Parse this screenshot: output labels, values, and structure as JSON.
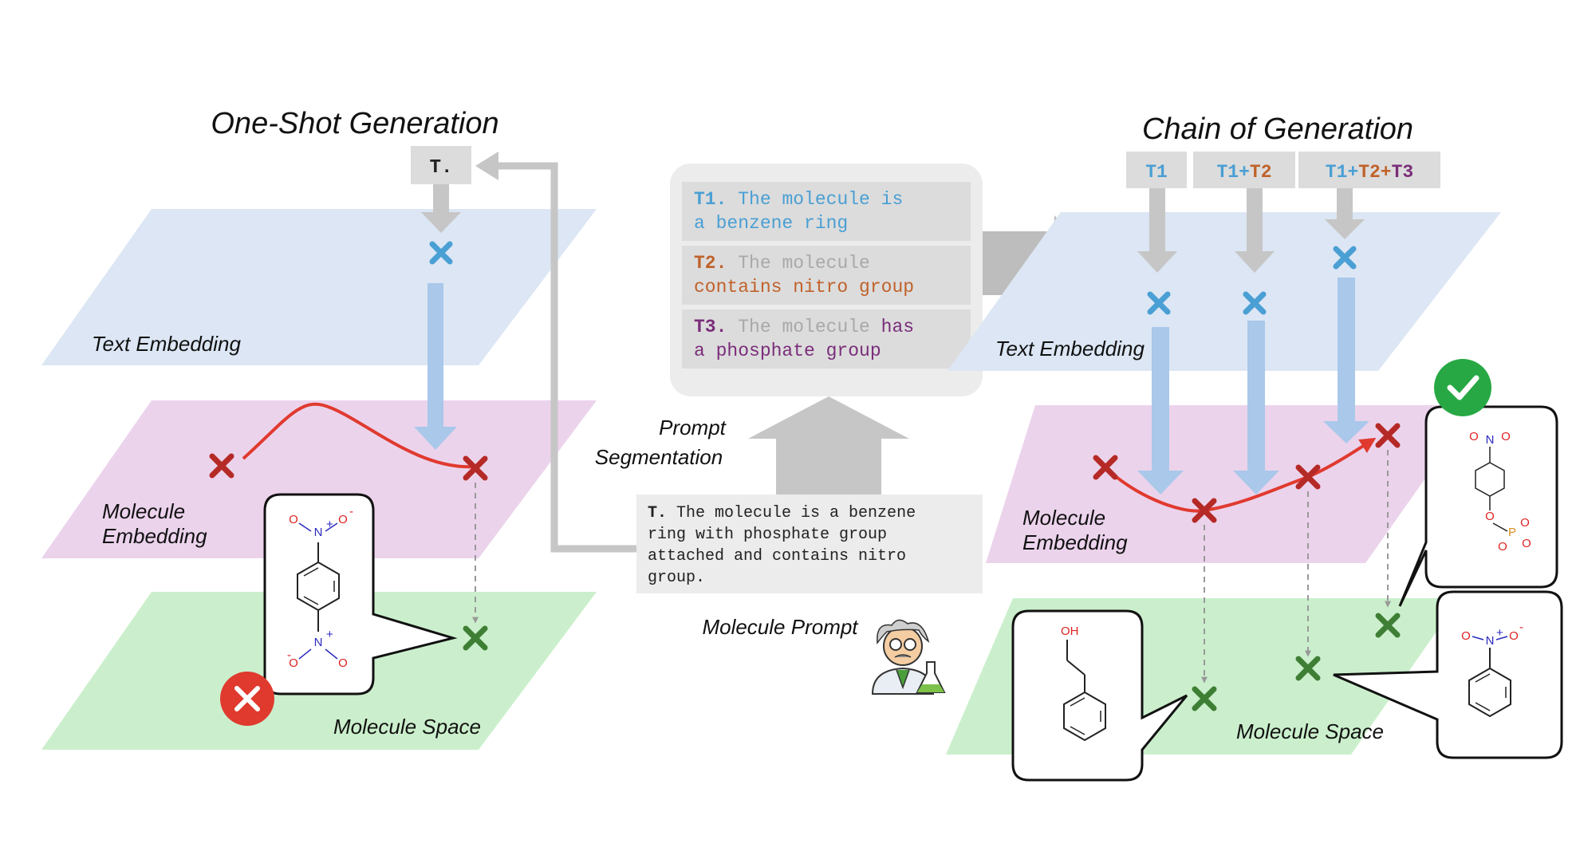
{
  "left_panel": {
    "title": "One-Shot Generation",
    "input_tag": "T.",
    "layers": {
      "text_embedding": "Text Embedding",
      "molecule_embedding_line1": "Molecule",
      "molecule_embedding_line2": "Embedding",
      "molecule_space": "Molecule Space"
    },
    "result": "incorrect"
  },
  "right_panel": {
    "title": "Chain of Generation",
    "tags": [
      {
        "parts": [
          {
            "text": "T1",
            "color": "#4a9fd4"
          }
        ]
      },
      {
        "parts": [
          {
            "text": "T1",
            "color": "#4a9fd4"
          },
          {
            "text": "+",
            "color": "#4a9fd4"
          },
          {
            "text": "T2",
            "color": "#c0622a"
          }
        ]
      },
      {
        "parts": [
          {
            "text": "T1",
            "color": "#4a9fd4"
          },
          {
            "text": "+",
            "color": "#4a9fd4"
          },
          {
            "text": "T2",
            "color": "#c0622a"
          },
          {
            "text": "+",
            "color": "#c0622a"
          },
          {
            "text": "T3",
            "color": "#7a2d7a"
          }
        ]
      }
    ],
    "layers": {
      "text_embedding": "Text Embedding",
      "molecule_embedding_line1": "Molecule",
      "molecule_embedding_line2": "Embedding",
      "molecule_space": "Molecule Space"
    },
    "result": "correct"
  },
  "segments": [
    {
      "label": "T1.",
      "color": "#4a9fd4",
      "lines": [
        [
          {
            "text": "The molecule is",
            "color": "#4a9fd4"
          }
        ],
        [
          {
            "text": "a benzene ring",
            "color": "#4a9fd4"
          }
        ]
      ]
    },
    {
      "label": "T2.",
      "color": "#c0622a",
      "lines": [
        [
          {
            "text": "The molecule",
            "color": "#a9a9a9"
          }
        ],
        [
          {
            "text": "contains nitro group",
            "color": "#c0622a"
          }
        ]
      ]
    },
    {
      "label": "T3.",
      "color": "#7a2d7a",
      "lines": [
        [
          {
            "text": "The molecule ",
            "color": "#a9a9a9"
          },
          {
            "text": "has",
            "color": "#7a2d7a"
          }
        ],
        [
          {
            "text": "a phosphate group",
            "color": "#7a2d7a"
          }
        ]
      ]
    }
  ],
  "prompt": {
    "segmentation_label_line1": "Prompt",
    "segmentation_label_line2": "Segmentation",
    "label": "Molecule Prompt",
    "tag": "T.",
    "lines": [
      " The molecule is a benzene",
      "ring with phosphate group",
      "attached and contains nitro",
      "group."
    ]
  },
  "atoms": {
    "nitrogen": "N",
    "oxygen": "O",
    "plus": "+",
    "minus": "-",
    "phosphorus": "P",
    "hydroxyl": "OH"
  },
  "colors": {
    "text_layer": "#dce6f4",
    "molecule_embedding_layer": "#ecd3ec",
    "molecule_space_layer": "#cbefcc",
    "arrow_blue": "#a9c8ea",
    "marker_blue": "#4a9fd4",
    "marker_red": "#b52a26",
    "marker_green": "#3f7f35",
    "curve_red": "#e03a2f",
    "grey_arrow": "#bdbdbd",
    "tag_bg": "#dcdcdc",
    "correct_green": "#27a844",
    "wrong_red": "#e03a2f"
  }
}
